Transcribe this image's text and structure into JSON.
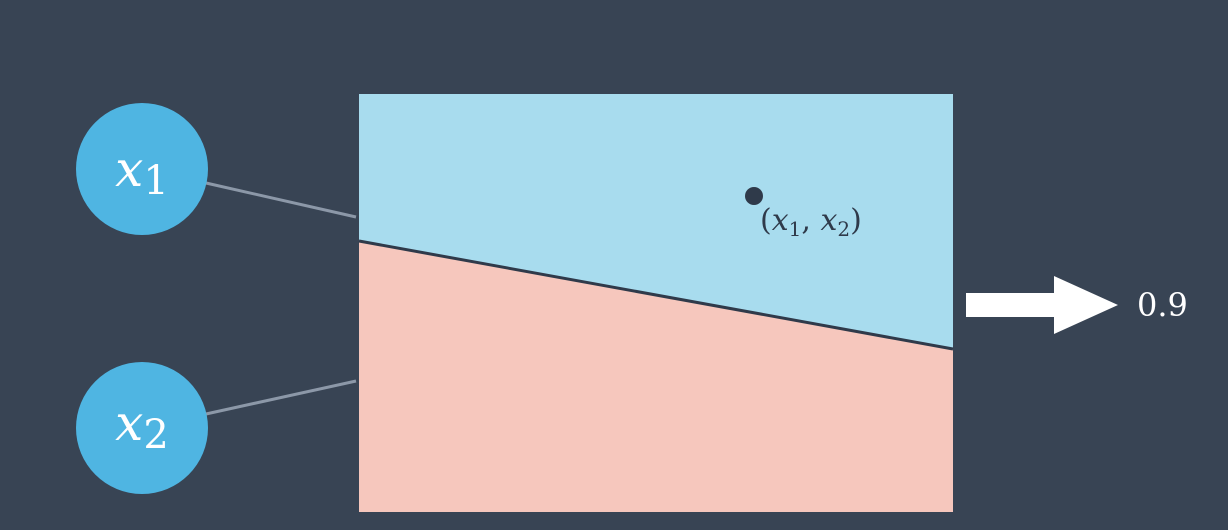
{
  "diagram": {
    "colors": {
      "background": "#384454",
      "node_fill": "#4fb5e2",
      "region_top": "#a8dcee",
      "region_bottom": "#f6c7bd",
      "boundary_line": "#2f3a4a",
      "connector": "#8c98a8",
      "arrow": "#ffffff",
      "point": "#2f3a4a"
    },
    "inputs": [
      {
        "symbol": "x",
        "subscript": "1"
      },
      {
        "symbol": "x",
        "subscript": "2"
      }
    ],
    "point": {
      "open": "(",
      "var1": "x",
      "sub1": "1",
      "sep": ", ",
      "var2": "x",
      "sub2": "2",
      "close": ")"
    },
    "output_value": "0.9"
  }
}
